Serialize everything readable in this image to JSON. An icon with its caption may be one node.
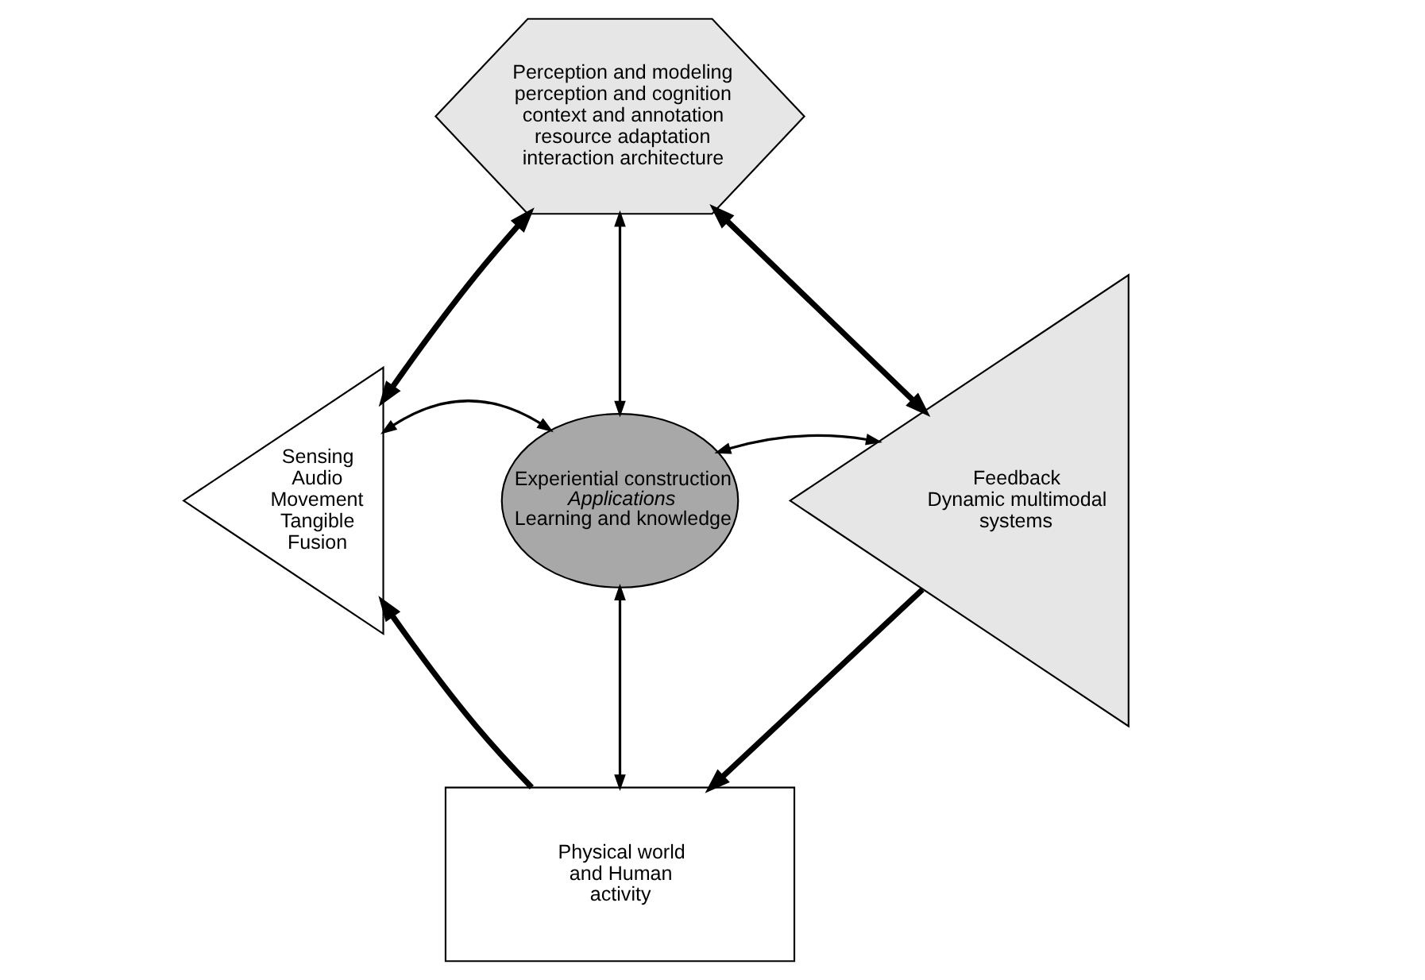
{
  "diagram": {
    "nodes": [
      {
        "text": [
          "Perception and modeling",
          "perception and cognition",
          "context and annotation",
          "resource adaptation",
          "interaction architecture"
        ]
      },
      {
        "text": [
          "Sensing",
          "Audio",
          "Movement",
          "Tangible",
          "Fusion"
        ]
      },
      {
        "text": [
          "Experiential construction",
          "Applications",
          "Learning and knowledge"
        ]
      },
      {
        "text": [
          "Feedback",
          "Dynamic multimodal systems"
        ]
      },
      {
        "text": [
          "Physical world and Human activity"
        ]
      }
    ],
    "edges": [
      {
        "from": 0,
        "to": 1,
        "arrow": "both",
        "style": "thick"
      },
      {
        "from": 0,
        "to": 3,
        "arrow": "both",
        "style": "thick"
      },
      {
        "from": 0,
        "to": 2,
        "arrow": "both"
      },
      {
        "from": 1,
        "to": 2,
        "arrow": "both"
      },
      {
        "from": 2,
        "to": 3,
        "arrow": "both"
      },
      {
        "from": 2,
        "to": 4,
        "arrow": "both"
      },
      {
        "from": 3,
        "to": 4,
        "arrow": "to",
        "style": "thick"
      },
      {
        "from": 4,
        "to": 1,
        "arrow": "to",
        "style": "thick"
      }
    ]
  }
}
